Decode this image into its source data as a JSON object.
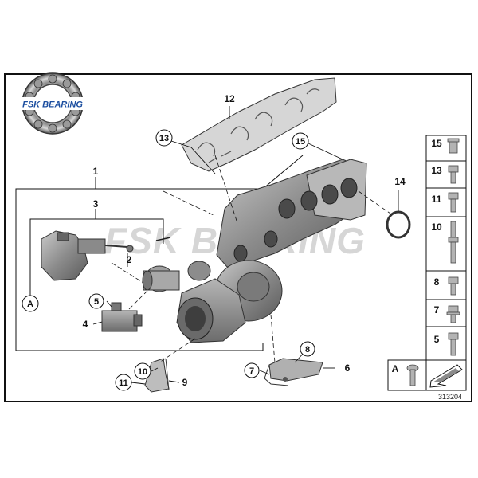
{
  "brand": {
    "name": "FSK BEARING"
  },
  "watermark": "FSK BEARING",
  "diagram_number": "313204",
  "callouts": [
    "1",
    "2",
    "3",
    "4",
    "5",
    "6",
    "7",
    "8",
    "9",
    "10",
    "11",
    "12",
    "13",
    "14",
    "15",
    "A"
  ],
  "fastener_legend": [
    "15",
    "13",
    "11",
    "10",
    "8",
    "7",
    "5",
    "A"
  ],
  "colors": {
    "line": "#111111",
    "part_fill": "#9a9a9a",
    "part_dark": "#5e5e5e",
    "shield": "#d4d4d4",
    "watermark": "#d0d0d0"
  }
}
